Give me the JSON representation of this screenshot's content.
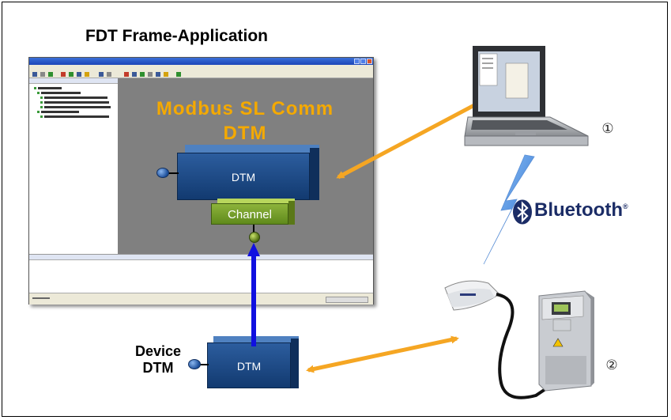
{
  "title": "FDT Frame-Application",
  "comm_dtm": {
    "line1": "Modbus SL Comm",
    "line2": "DTM",
    "box_label": "DTM",
    "channel_label": "Channel"
  },
  "device_dtm": {
    "label_line1": "Device",
    "label_line2": "DTM",
    "box_label": "DTM"
  },
  "wireless": {
    "brand": "Bluetooth",
    "trademark": "®",
    "icon": "bluetooth-icon"
  },
  "markers": {
    "laptop": "①",
    "drive": "②"
  },
  "colors": {
    "accent_orange": "#f4a900",
    "arrow_orange": "#f5a623",
    "arrow_blue": "#1010e0",
    "dtm_blue": "#1d4a87",
    "channel_green": "#7ea42c",
    "bluetooth_navy": "#1b2c66"
  },
  "icons": [
    "laptop-icon",
    "bluetooth-adapter-icon",
    "variable-speed-drive-icon",
    "lightning-bolt-icon"
  ]
}
